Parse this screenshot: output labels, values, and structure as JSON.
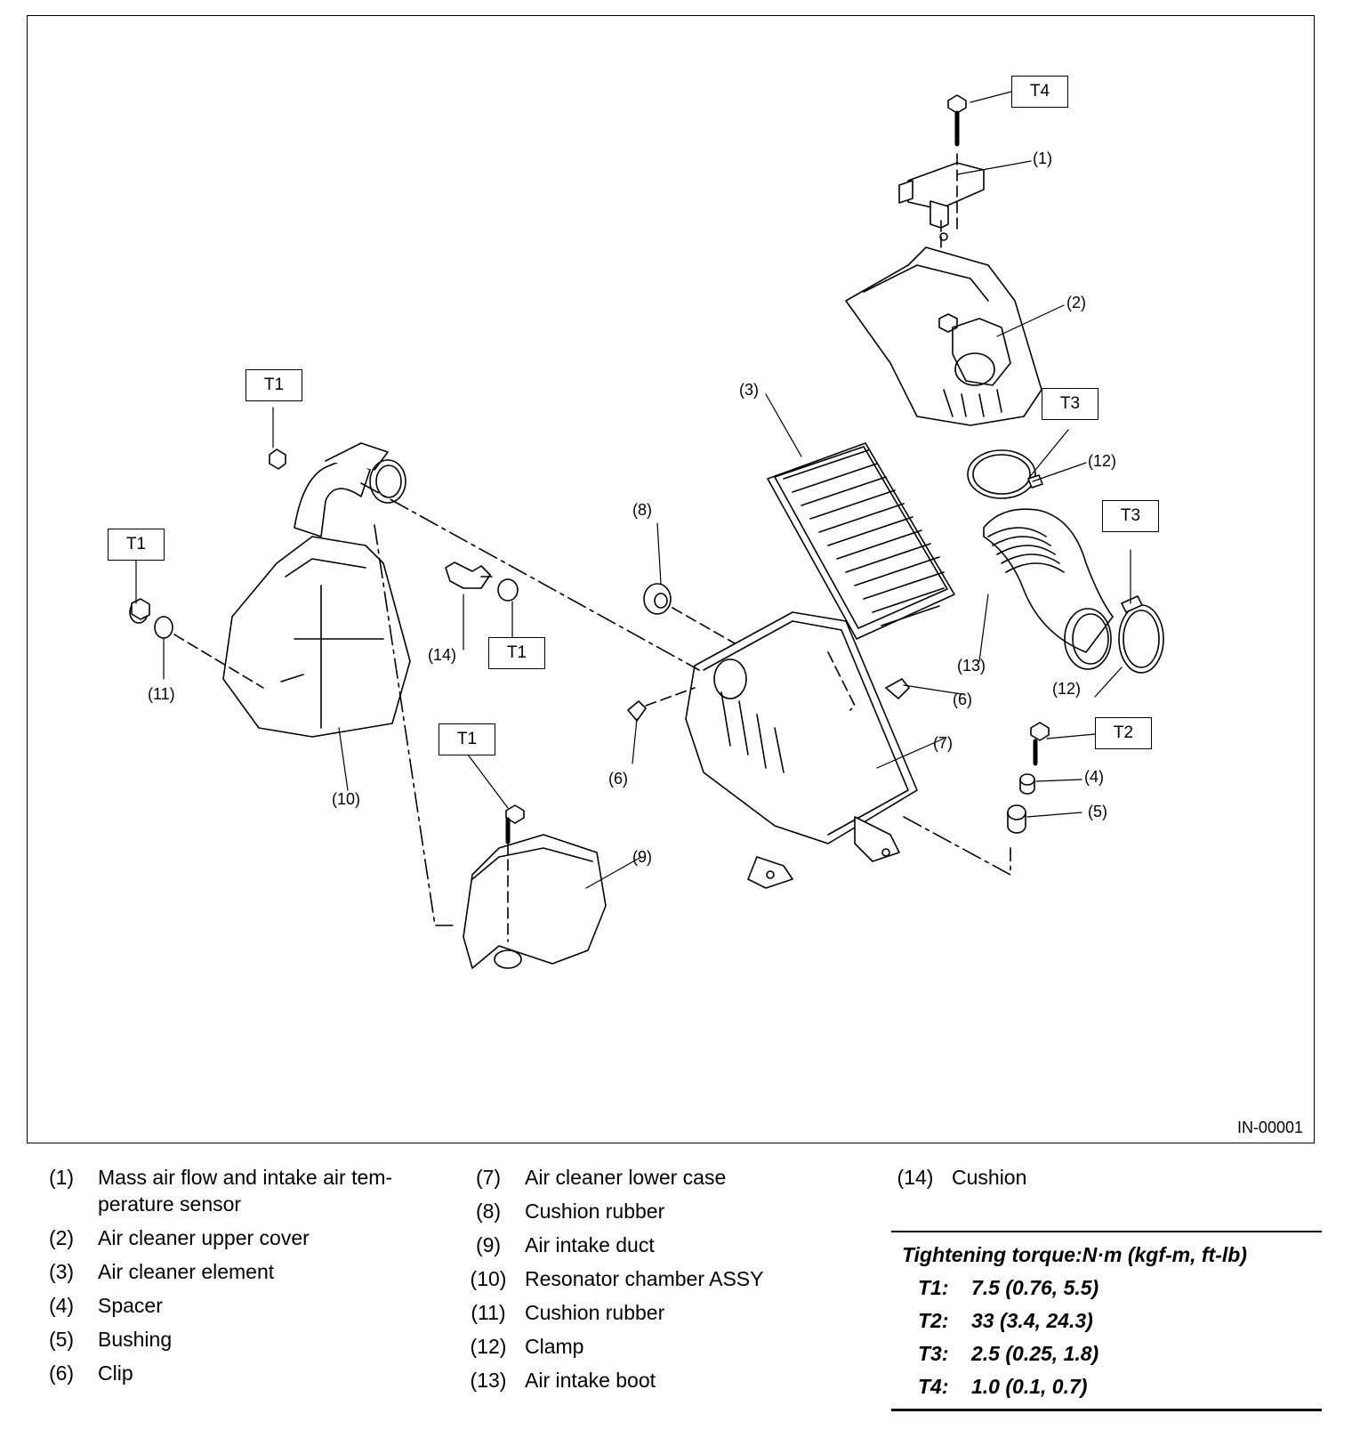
{
  "figure": {
    "id": "IN-00001",
    "torque_boxes": [
      "T4",
      "T1",
      "T1",
      "T1",
      "T1",
      "T3",
      "T3",
      "T2"
    ],
    "callouts": [
      "(1)",
      "(2)",
      "(3)",
      "(12)",
      "(8)",
      "(12)",
      "(13)",
      "(14)",
      "(11)",
      "(6)",
      "(6)",
      "(10)",
      "(7)",
      "(4)",
      "(5)",
      "(9)"
    ]
  },
  "legend": [
    {
      "num": "(1)",
      "text": "Mass air flow and intake air tem-\nperature sensor"
    },
    {
      "num": "(2)",
      "text": "Air cleaner upper cover"
    },
    {
      "num": "(3)",
      "text": "Air cleaner element"
    },
    {
      "num": "(4)",
      "text": "Spacer"
    },
    {
      "num": "(5)",
      "text": "Bushing"
    },
    {
      "num": "(6)",
      "text": "Clip"
    },
    {
      "num": "(7)",
      "text": "Air cleaner lower case"
    },
    {
      "num": "(8)",
      "text": "Cushion rubber"
    },
    {
      "num": "(9)",
      "text": "Air intake duct"
    },
    {
      "num": "(10)",
      "text": "Resonator chamber ASSY"
    },
    {
      "num": "(11)",
      "text": "Cushion rubber"
    },
    {
      "num": "(12)",
      "text": "Clamp"
    },
    {
      "num": "(13)",
      "text": "Air intake boot"
    },
    {
      "num": "(14)",
      "text": "Cushion"
    }
  ],
  "torque": {
    "title": "Tightening torque:N·m (kgf-m, ft-lb)",
    "rows": [
      {
        "key": "T1:",
        "value": "7.5 (0.76, 5.5)"
      },
      {
        "key": "T2:",
        "value": "33 (3.4, 24.3)"
      },
      {
        "key": "T3:",
        "value": "2.5 (0.25, 1.8)"
      },
      {
        "key": "T4:",
        "value": "1.0 (0.1, 0.7)"
      }
    ]
  }
}
